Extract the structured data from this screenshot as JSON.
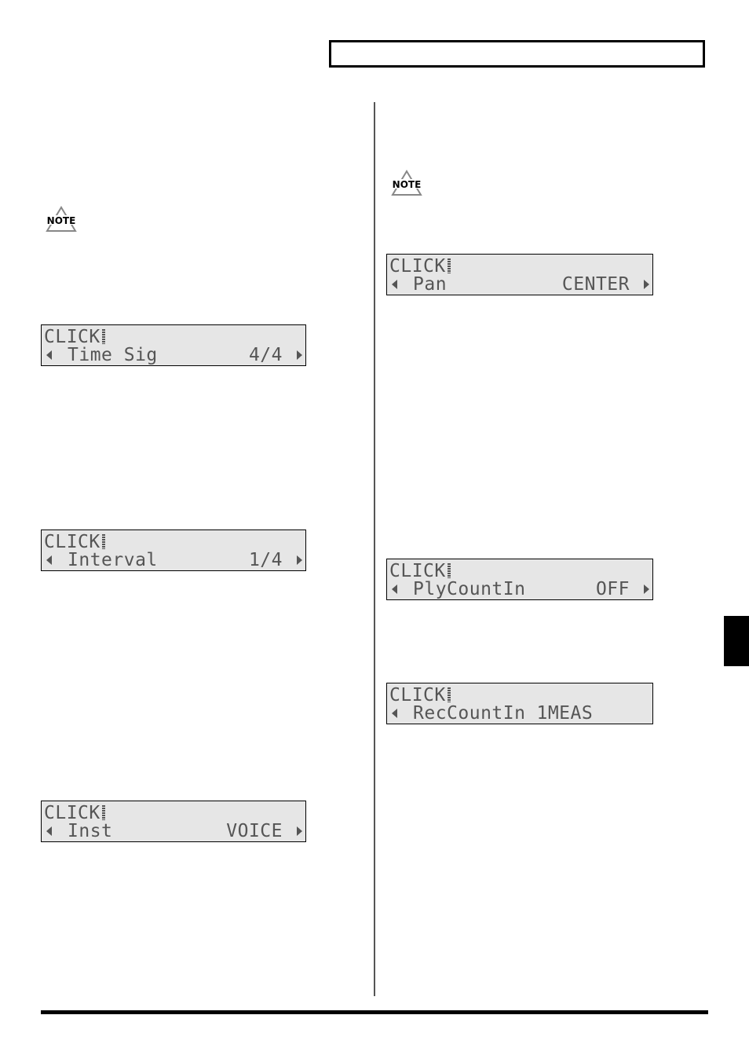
{
  "note_label": "NOTE",
  "lcds": [
    {
      "title": "CLICK",
      "param": "Time Sig",
      "value": "4/4",
      "right_arrow": true
    },
    {
      "title": "CLICK",
      "param": "Interval",
      "value": "1/4",
      "right_arrow": true
    },
    {
      "title": "CLICK",
      "param": "Inst",
      "value": "VOICE",
      "right_arrow": true
    },
    {
      "title": "CLICK",
      "param": "Pan",
      "value": "CENTER",
      "right_arrow": true
    },
    {
      "title": "CLICK",
      "param": "PlyCountIn",
      "value": "OFF",
      "right_arrow": true
    },
    {
      "title": "CLICK",
      "param": "RecCountIn",
      "value": "1MEAS",
      "right_arrow": false
    }
  ]
}
